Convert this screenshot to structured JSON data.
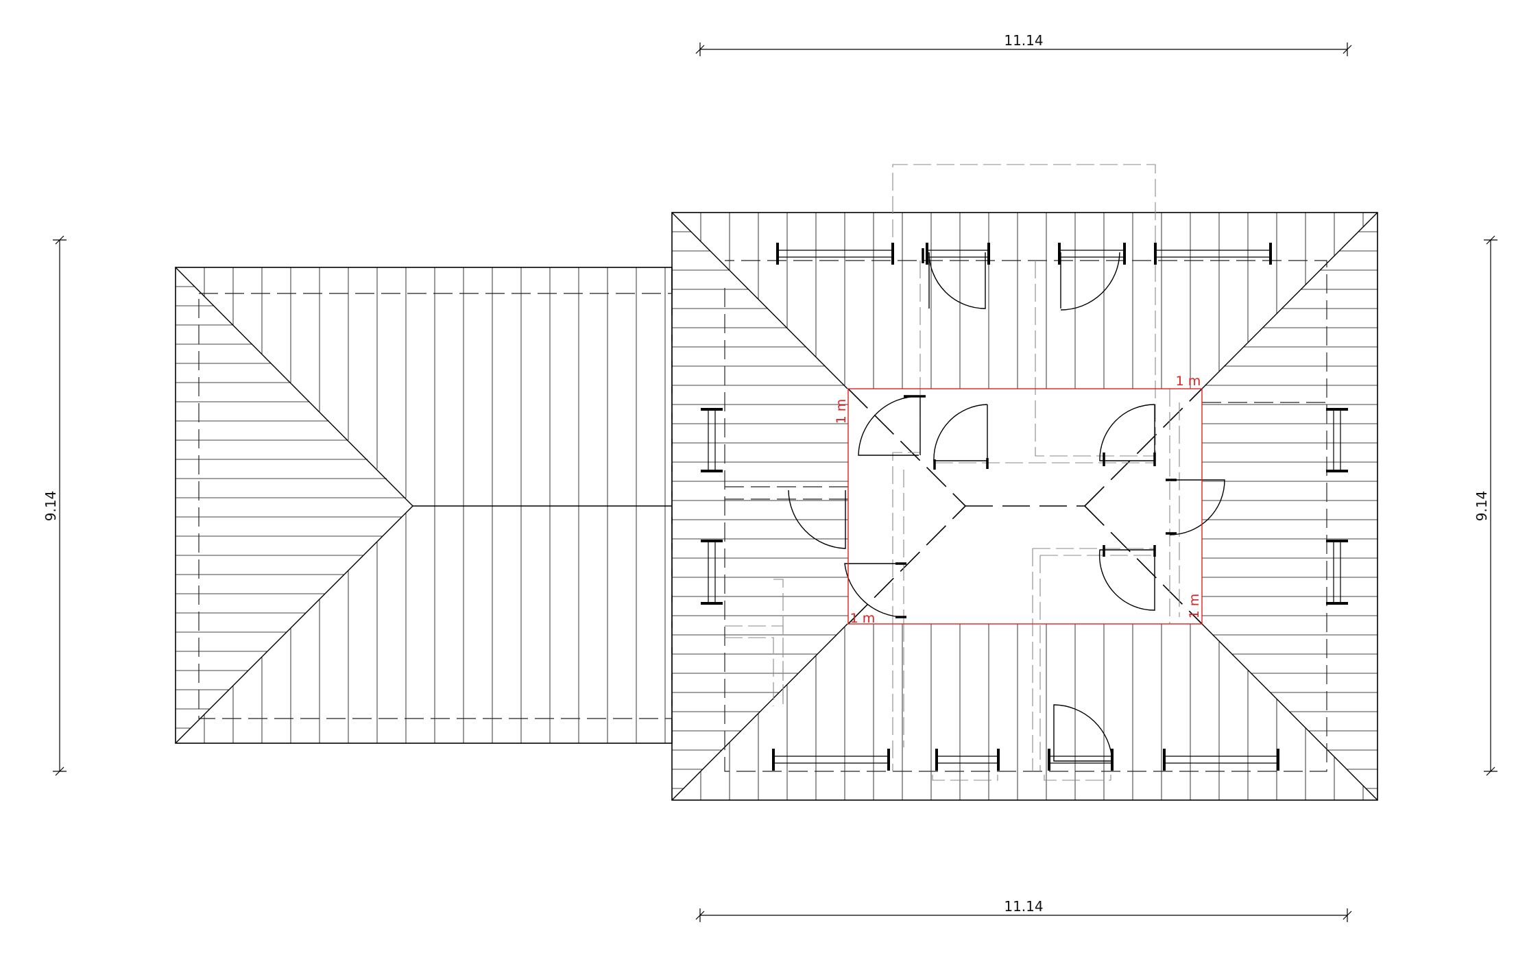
{
  "dimensions": {
    "top_width": "11.14",
    "bottom_width": "11.14",
    "left_height": "9.14",
    "right_height": "9.14"
  },
  "annotations": {
    "offset_top_left": "1 m",
    "offset_top_right": "1 m",
    "offset_bottom_left": "1 m",
    "offset_bottom_right": "1 m"
  },
  "colors": {
    "line": "#000000",
    "highlight": "#e02020"
  }
}
